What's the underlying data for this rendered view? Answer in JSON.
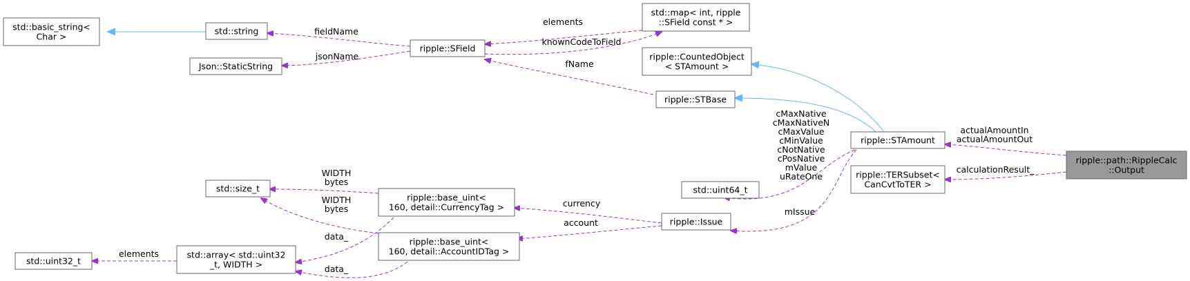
{
  "nodes": {
    "basic_string": [
      "std::basic_string<",
      "Char >"
    ],
    "string": [
      "std::string"
    ],
    "static_string": [
      "Json::StaticString"
    ],
    "sfield": [
      "ripple::SField"
    ],
    "map": [
      "std::map< int, ripple",
      "::SField const * >"
    ],
    "counted_object": [
      "ripple::CountedObject",
      "< STAmount >"
    ],
    "stbase": [
      "ripple::STBase"
    ],
    "stamount": [
      "ripple::STAmount"
    ],
    "output": [
      "ripple::path::RippleCalc",
      "::Output"
    ],
    "tersubset": [
      "ripple::TERSubset<",
      "CanCvtToTER >"
    ],
    "uint64": [
      "std::uint64_t"
    ],
    "issue": [
      "ripple::Issue"
    ],
    "size_t": [
      "std::size_t"
    ],
    "currency_uint": [
      "ripple::base_uint<",
      "160, detail::CurrencyTag >"
    ],
    "account_uint": [
      "ripple::base_uint<",
      "160, detail::AccountIDTag >"
    ],
    "array": [
      "std::array< std::uint32",
      "_t, WIDTH >"
    ],
    "uint32": [
      "std::uint32_t"
    ]
  },
  "edge_labels": {
    "fieldName": [
      "fieldName"
    ],
    "jsonName": [
      "jsonName"
    ],
    "elements_map": [
      "elements"
    ],
    "knownCodeToField": [
      "knownCodeToField"
    ],
    "fName": [
      "fName"
    ],
    "stamount_members": [
      "cMaxNative",
      "cMaxNativeN",
      "cMaxValue",
      "cMinValue",
      "cNotNative",
      "cPosNative",
      "mValue",
      "uRateOne"
    ],
    "actualAmount": [
      "actualAmountIn",
      "actualAmountOut"
    ],
    "calculationResult": [
      "calculationResult_"
    ],
    "mIssue": [
      "mIssue"
    ],
    "currency": [
      "currency"
    ],
    "account": [
      "account"
    ],
    "width_bytes_1": [
      "WIDTH",
      "bytes"
    ],
    "width_bytes_2": [
      "WIDTH",
      "bytes"
    ],
    "data_1": [
      "data_"
    ],
    "data_2": [
      "data_"
    ],
    "elements_array": [
      "elements"
    ]
  },
  "colors": {
    "usage_edge": "#9a32cd",
    "inheritance_edge": "#63b8ff",
    "node_border": "#666666",
    "focus_node_fill": "#999999"
  }
}
